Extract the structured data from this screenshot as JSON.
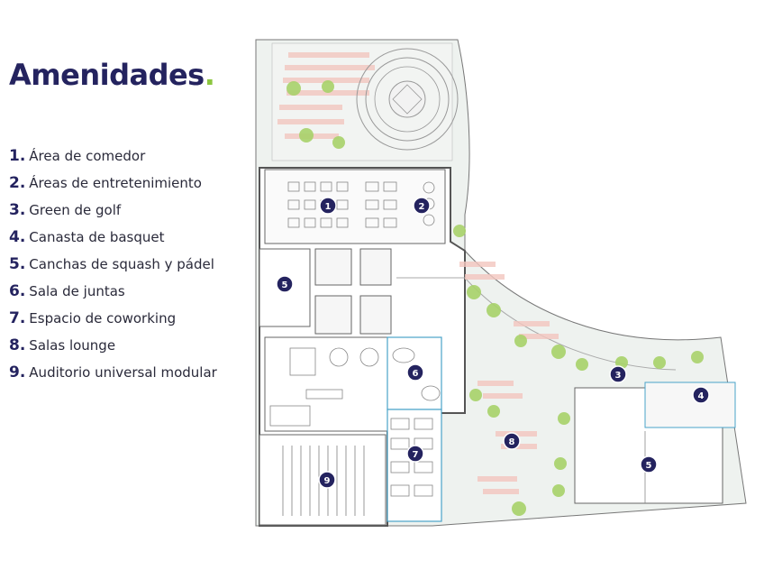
{
  "title": "Amenidades",
  "title_dot": ".",
  "colors": {
    "navy": "#24235f",
    "accent": "#8cc63f",
    "terrace": "#eef1ee",
    "plank": "#f3c6bf"
  },
  "legend": [
    {
      "num": "1.",
      "label": "Área de comedor"
    },
    {
      "num": "2.",
      "label": "Áreas de entretenimiento"
    },
    {
      "num": "3.",
      "label": "Green de golf"
    },
    {
      "num": "4.",
      "label": "Canasta de basquet"
    },
    {
      "num": "5.",
      "label": "Canchas de squash y pádel"
    },
    {
      "num": "6.",
      "label": "Sala de juntas"
    },
    {
      "num": "7.",
      "label": "Espacio de coworking"
    },
    {
      "num": "8.",
      "label": "Salas lounge"
    },
    {
      "num": "9.",
      "label": "Auditorio universal modular"
    }
  ],
  "markers": [
    "1",
    "2",
    "5",
    "6",
    "7",
    "8",
    "9",
    "3",
    "4",
    "5"
  ]
}
